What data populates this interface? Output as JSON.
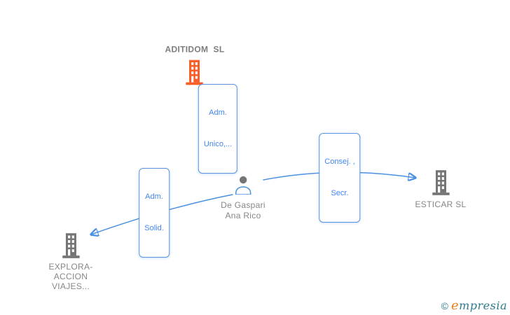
{
  "colors": {
    "company_highlight": "#f95d28",
    "company_default": "#757575",
    "person_icon": "#757575",
    "edge_line": "#4a90e2",
    "edge_label_text": "#4285f4",
    "edge_label_border": "#5b94e0",
    "node_label_text": "#868686",
    "watermark_teal": "#2e7a8e",
    "watermark_orange": "#ee7d1e",
    "background": "#ffffff"
  },
  "nodes": {
    "aditidom": {
      "type": "company",
      "highlighted": true,
      "label": "ADITIDOM  SL"
    },
    "person": {
      "type": "person",
      "line1": "De Gaspari",
      "line2": "Ana Rico"
    },
    "esticar": {
      "type": "company",
      "highlighted": false,
      "label": "ESTICAR SL"
    },
    "explora": {
      "type": "company",
      "highlighted": false,
      "line1": "EXPLORA-",
      "line2": "ACCION",
      "line3": "VIAJES..."
    }
  },
  "edge_labels": {
    "adm_unico": {
      "line1": "Adm.",
      "line2": "Unico,..."
    },
    "consej_secr": {
      "line1": "Consej. ,",
      "line2": "Secr."
    },
    "adm_solid": {
      "line1": "Adm.",
      "line2": "Solid."
    }
  },
  "relationships": [
    {
      "from": "De Gaspari Ana Rico",
      "to": "ADITIDOM SL",
      "label": "Adm. Unico,..."
    },
    {
      "from": "De Gaspari Ana Rico",
      "to": "ESTICAR SL",
      "label": "Consej. , Secr."
    },
    {
      "from": "De Gaspari Ana Rico",
      "to": "EXPLORA-ACCION VIAJES...",
      "label": "Adm. Solid."
    }
  ],
  "watermark": {
    "copyright": "©",
    "brand_initial": "e",
    "brand_rest": "mpresia"
  }
}
